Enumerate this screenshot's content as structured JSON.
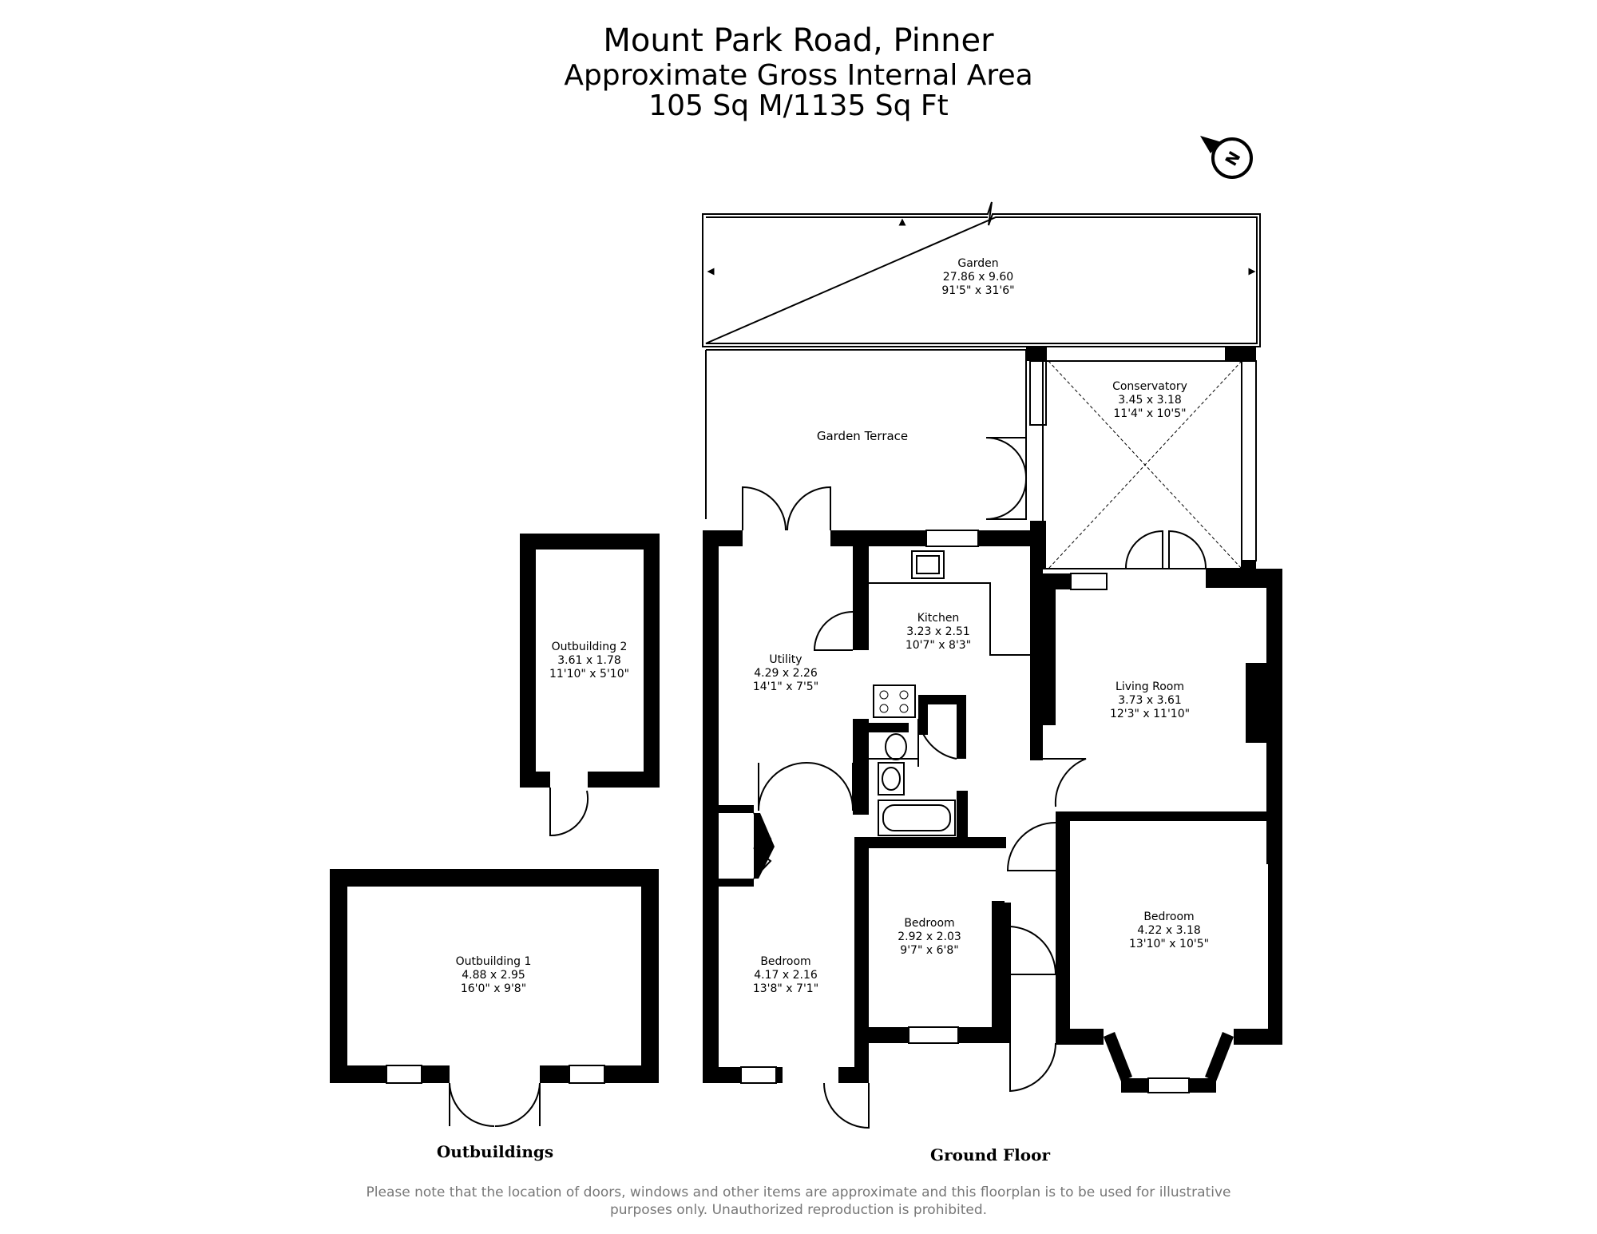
{
  "header": {
    "address": "Mount Park Road, Pinner",
    "area_label": "Approximate Gross Internal Area",
    "area_value": "105 Sq M/1135 Sq Ft"
  },
  "compass": {
    "icon": "north-arrow-icon",
    "letter": "N"
  },
  "rooms": {
    "garden": {
      "name": "Garden",
      "metric": "27.86 x 9.60",
      "imperial": "91'5\" x 31'6\""
    },
    "garden_terrace": {
      "name": "Garden Terrace"
    },
    "conservatory": {
      "name": "Conservatory",
      "metric": "3.45 x 3.18",
      "imperial": "11'4\" x 10'5\""
    },
    "kitchen": {
      "name": "Kitchen",
      "metric": "3.23 x 2.51",
      "imperial": "10'7\" x 8'3\""
    },
    "utility": {
      "name": "Utility",
      "metric": "4.29 x 2.26",
      "imperial": "14'1\" x 7'5\""
    },
    "living_room": {
      "name": "Living Room",
      "metric": "3.73 x 3.61",
      "imperial": "12'3\" x 11'10\""
    },
    "bedroom_left": {
      "name": "Bedroom",
      "metric": "4.17 x 2.16",
      "imperial": "13'8\" x 7'1\""
    },
    "bedroom_middle": {
      "name": "Bedroom",
      "metric": "2.92 x 2.03",
      "imperial": "9'7\" x 6'8\""
    },
    "bedroom_right": {
      "name": "Bedroom",
      "metric": "4.22 x 3.18",
      "imperial": "13'10\" x 10'5\""
    },
    "outbuilding_2": {
      "name": "Outbuilding 2",
      "metric": "3.61 x 1.78",
      "imperial": "11'10\" x 5'10\""
    },
    "outbuilding_1": {
      "name": "Outbuilding 1",
      "metric": "4.88 x 2.95",
      "imperial": "16'0\" x 9'8\""
    }
  },
  "floor_labels": {
    "outbuildings": "Outbuildings",
    "ground_floor": "Ground Floor"
  },
  "disclaimer": {
    "line1": "Please note that the location of doors, windows and other items are approximate and this floorplan is to be used for illustrative",
    "line2": "purposes only. Unauthorized reproduction is prohibited."
  }
}
